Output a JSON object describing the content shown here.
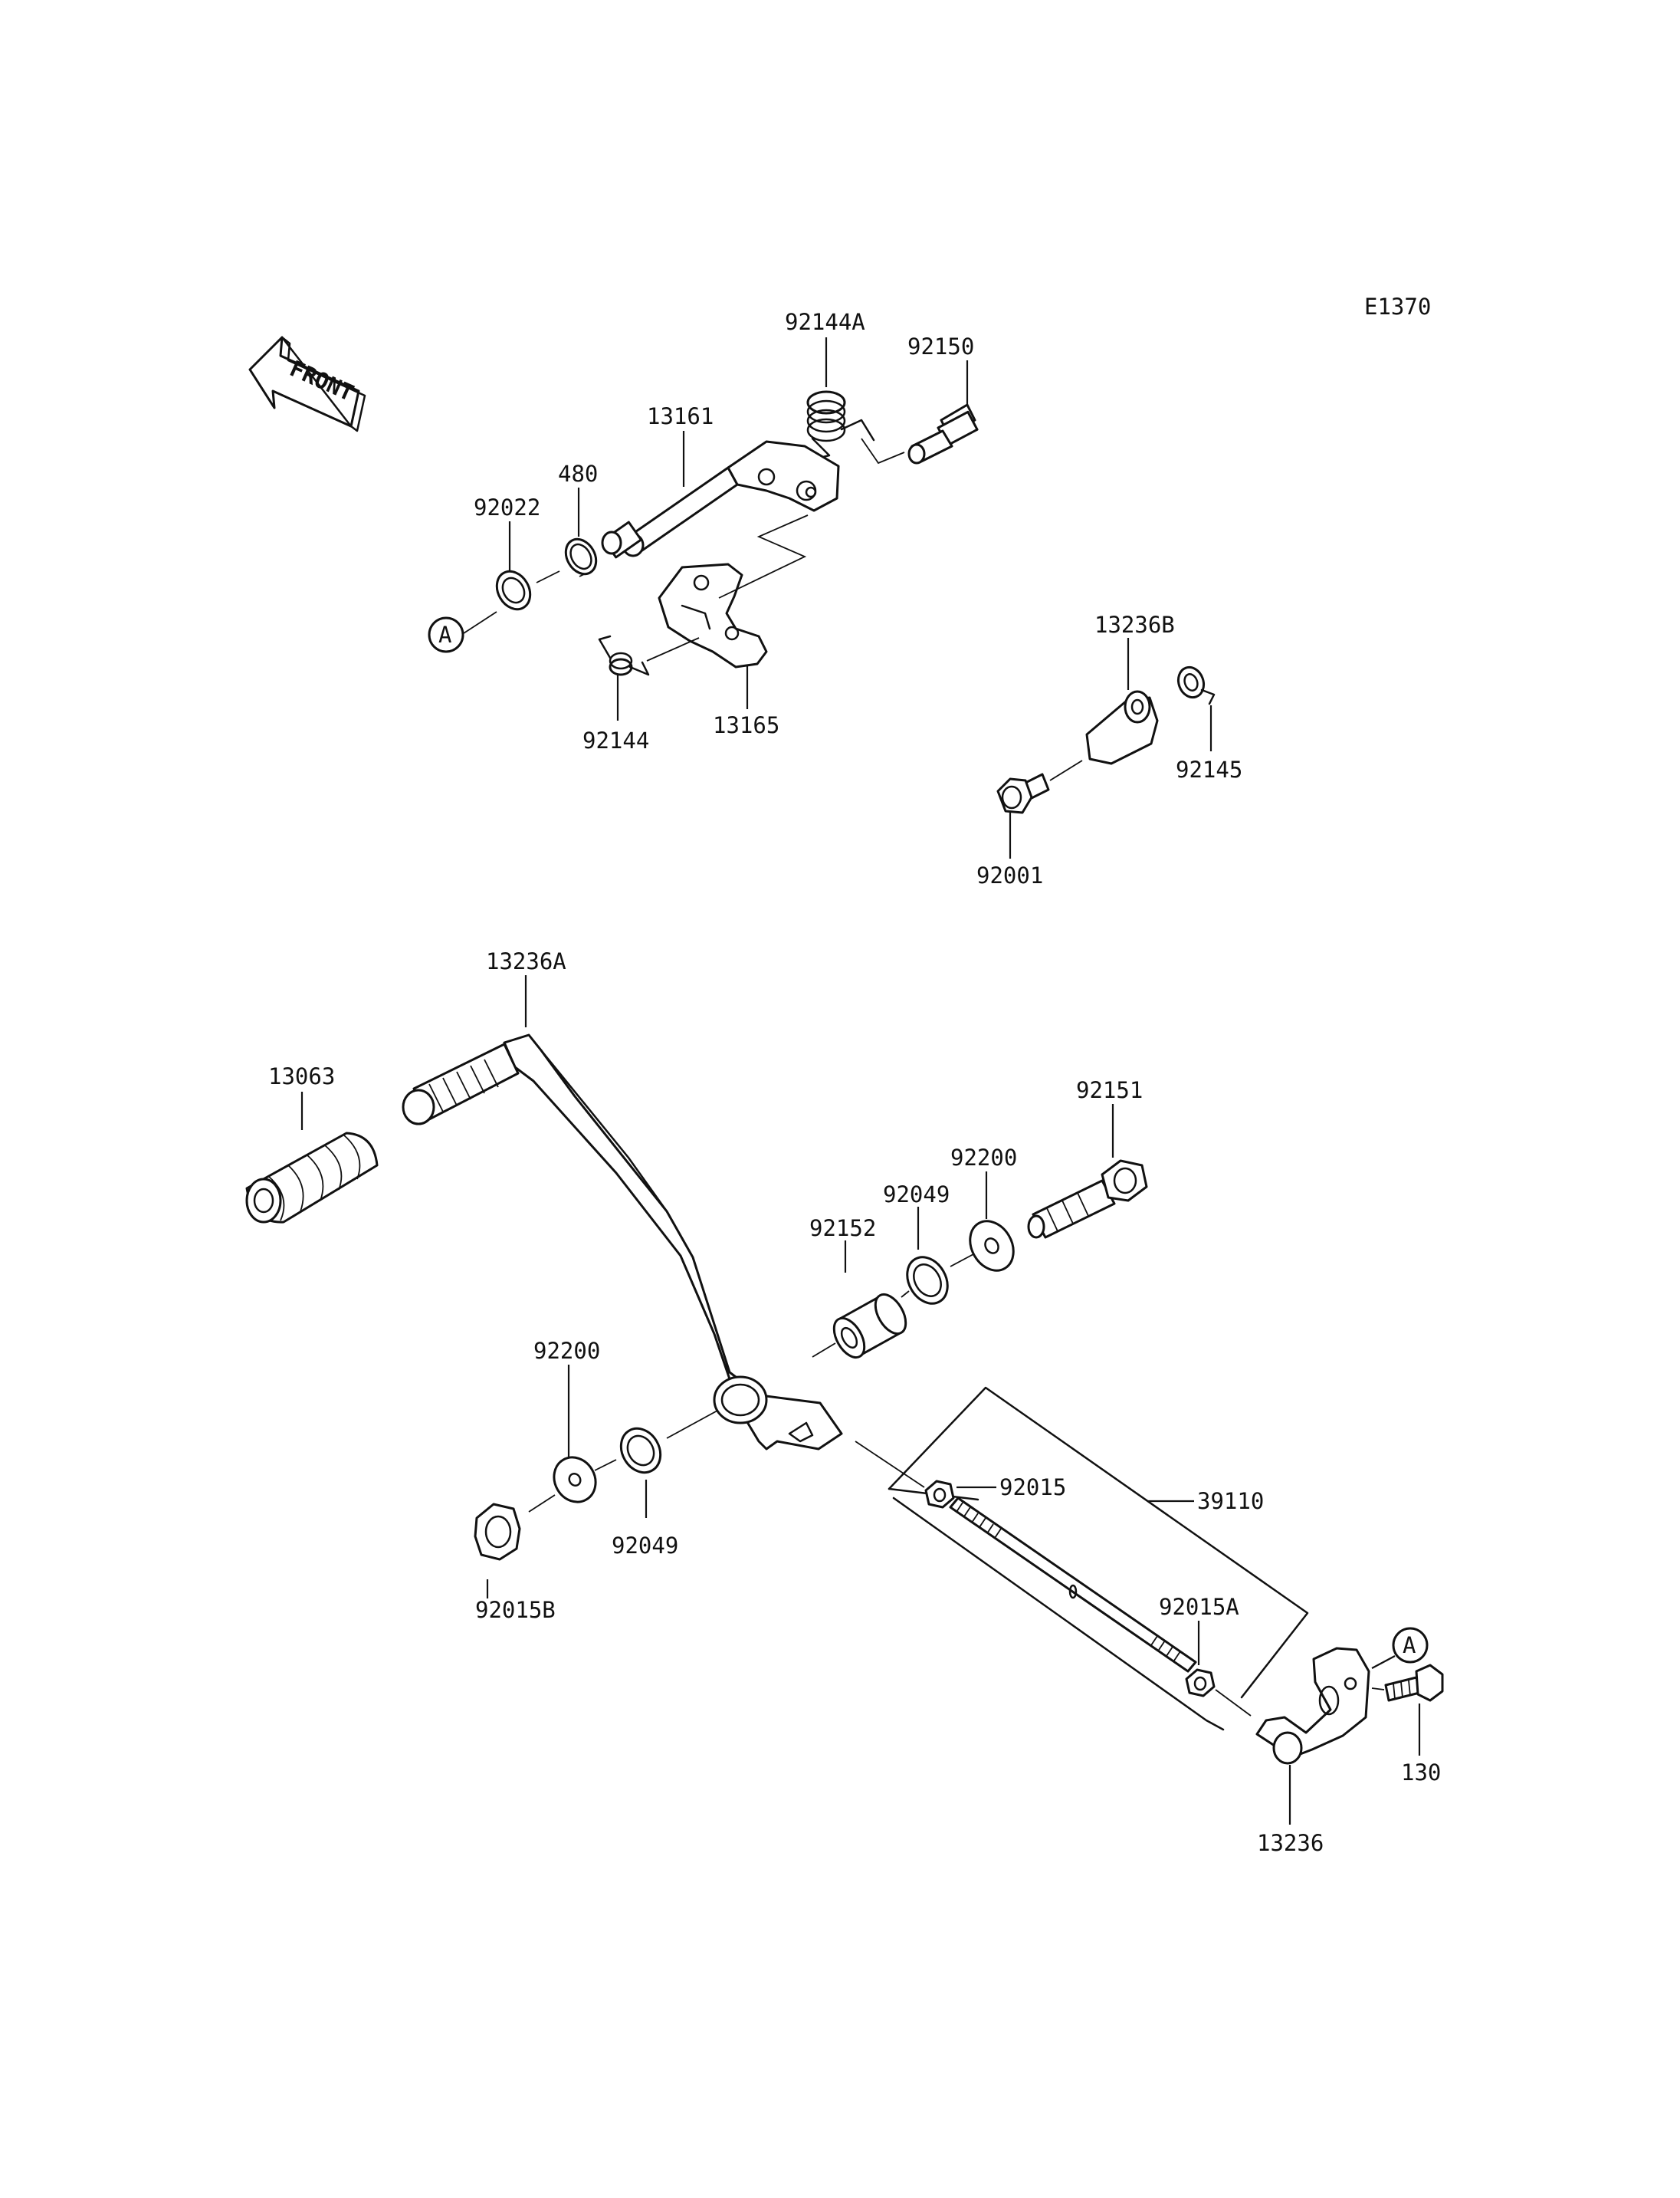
{
  "diagram_code": "E1370",
  "front_label": "FRONT",
  "ref_marker": "A",
  "parts": {
    "p92144A": "92144A",
    "p92150": "92150",
    "p13161": "13161",
    "p480": "480",
    "p92022": "92022",
    "p92144": "92144",
    "p13165": "13165",
    "p13236B": "13236B",
    "p92145": "92145",
    "p92001": "92001",
    "p13236A": "13236A",
    "p13063": "13063",
    "p92151": "92151",
    "p92200_top": "92200",
    "p92049_top": "92049",
    "p92152": "92152",
    "p92200_bot": "92200",
    "p92049_bot": "92049",
    "p92015B": "92015B",
    "p92015": "92015",
    "p39110": "39110",
    "p92015A": "92015A",
    "p130": "130",
    "p13236": "13236"
  }
}
